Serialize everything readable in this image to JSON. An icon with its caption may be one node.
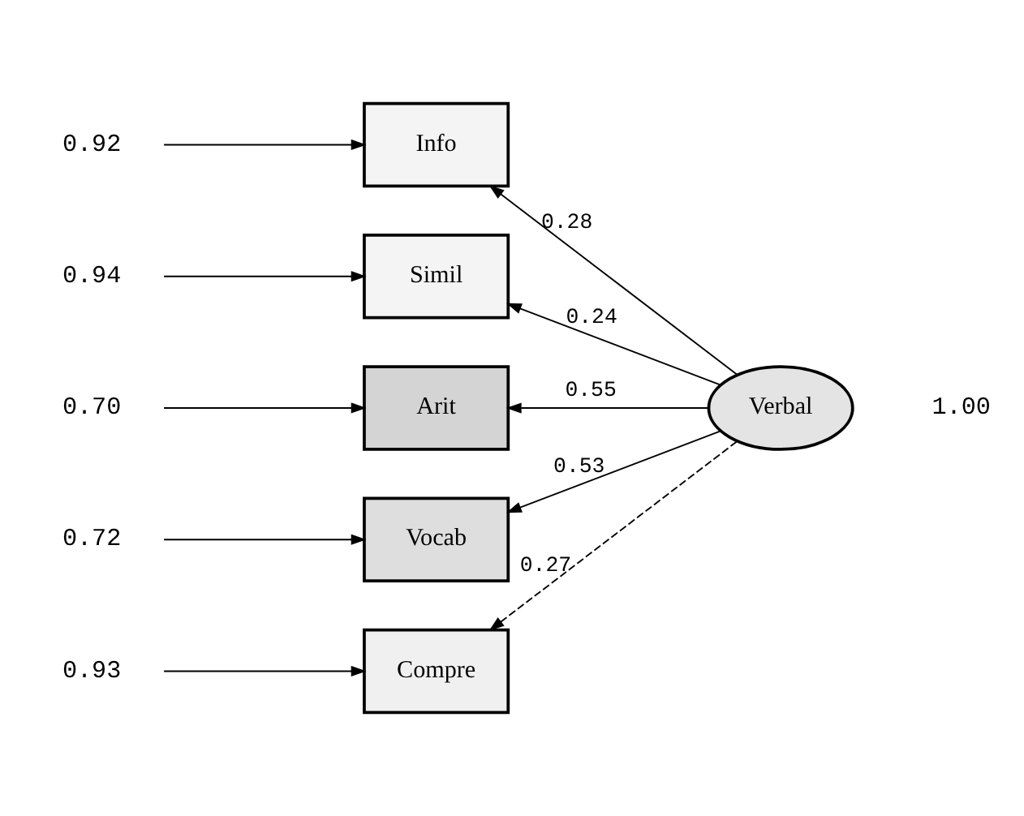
{
  "diagram": {
    "nodes": [
      {
        "text": [
          "0.92"
        ]
      },
      {
        "text": [
          "Info"
        ]
      },
      {
        "text": [
          "0.94"
        ]
      },
      {
        "text": [
          "Simil"
        ]
      },
      {
        "text": [
          "0.70"
        ]
      },
      {
        "text": [
          "Arit"
        ]
      },
      {
        "text": [
          "0.72"
        ]
      },
      {
        "text": [
          "Vocab"
        ]
      },
      {
        "text": [
          "0.93"
        ]
      },
      {
        "text": [
          "Compre"
        ]
      },
      {
        "text": [
          "Verbal"
        ],
        "beside": [
          "1.00"
        ]
      }
    ],
    "edges": [
      {
        "from": 0,
        "to": 1,
        "arrow": "to"
      },
      {
        "from": 2,
        "to": 3,
        "arrow": "to"
      },
      {
        "from": 4,
        "to": 5,
        "arrow": "to"
      },
      {
        "from": 6,
        "to": 7,
        "arrow": "to"
      },
      {
        "from": 8,
        "to": 9,
        "arrow": "to"
      },
      {
        "from": 10,
        "to": 1,
        "arrow": "to",
        "label": "0.28"
      },
      {
        "from": 10,
        "to": 3,
        "arrow": "to",
        "label": "0.24"
      },
      {
        "from": 10,
        "to": 5,
        "arrow": "to",
        "label": "0.55"
      },
      {
        "from": 10,
        "to": 7,
        "arrow": "to",
        "label": "0.53"
      },
      {
        "from": 10,
        "to": 9,
        "arrow": "to",
        "label": "0.27",
        "style": "dashed"
      }
    ]
  }
}
